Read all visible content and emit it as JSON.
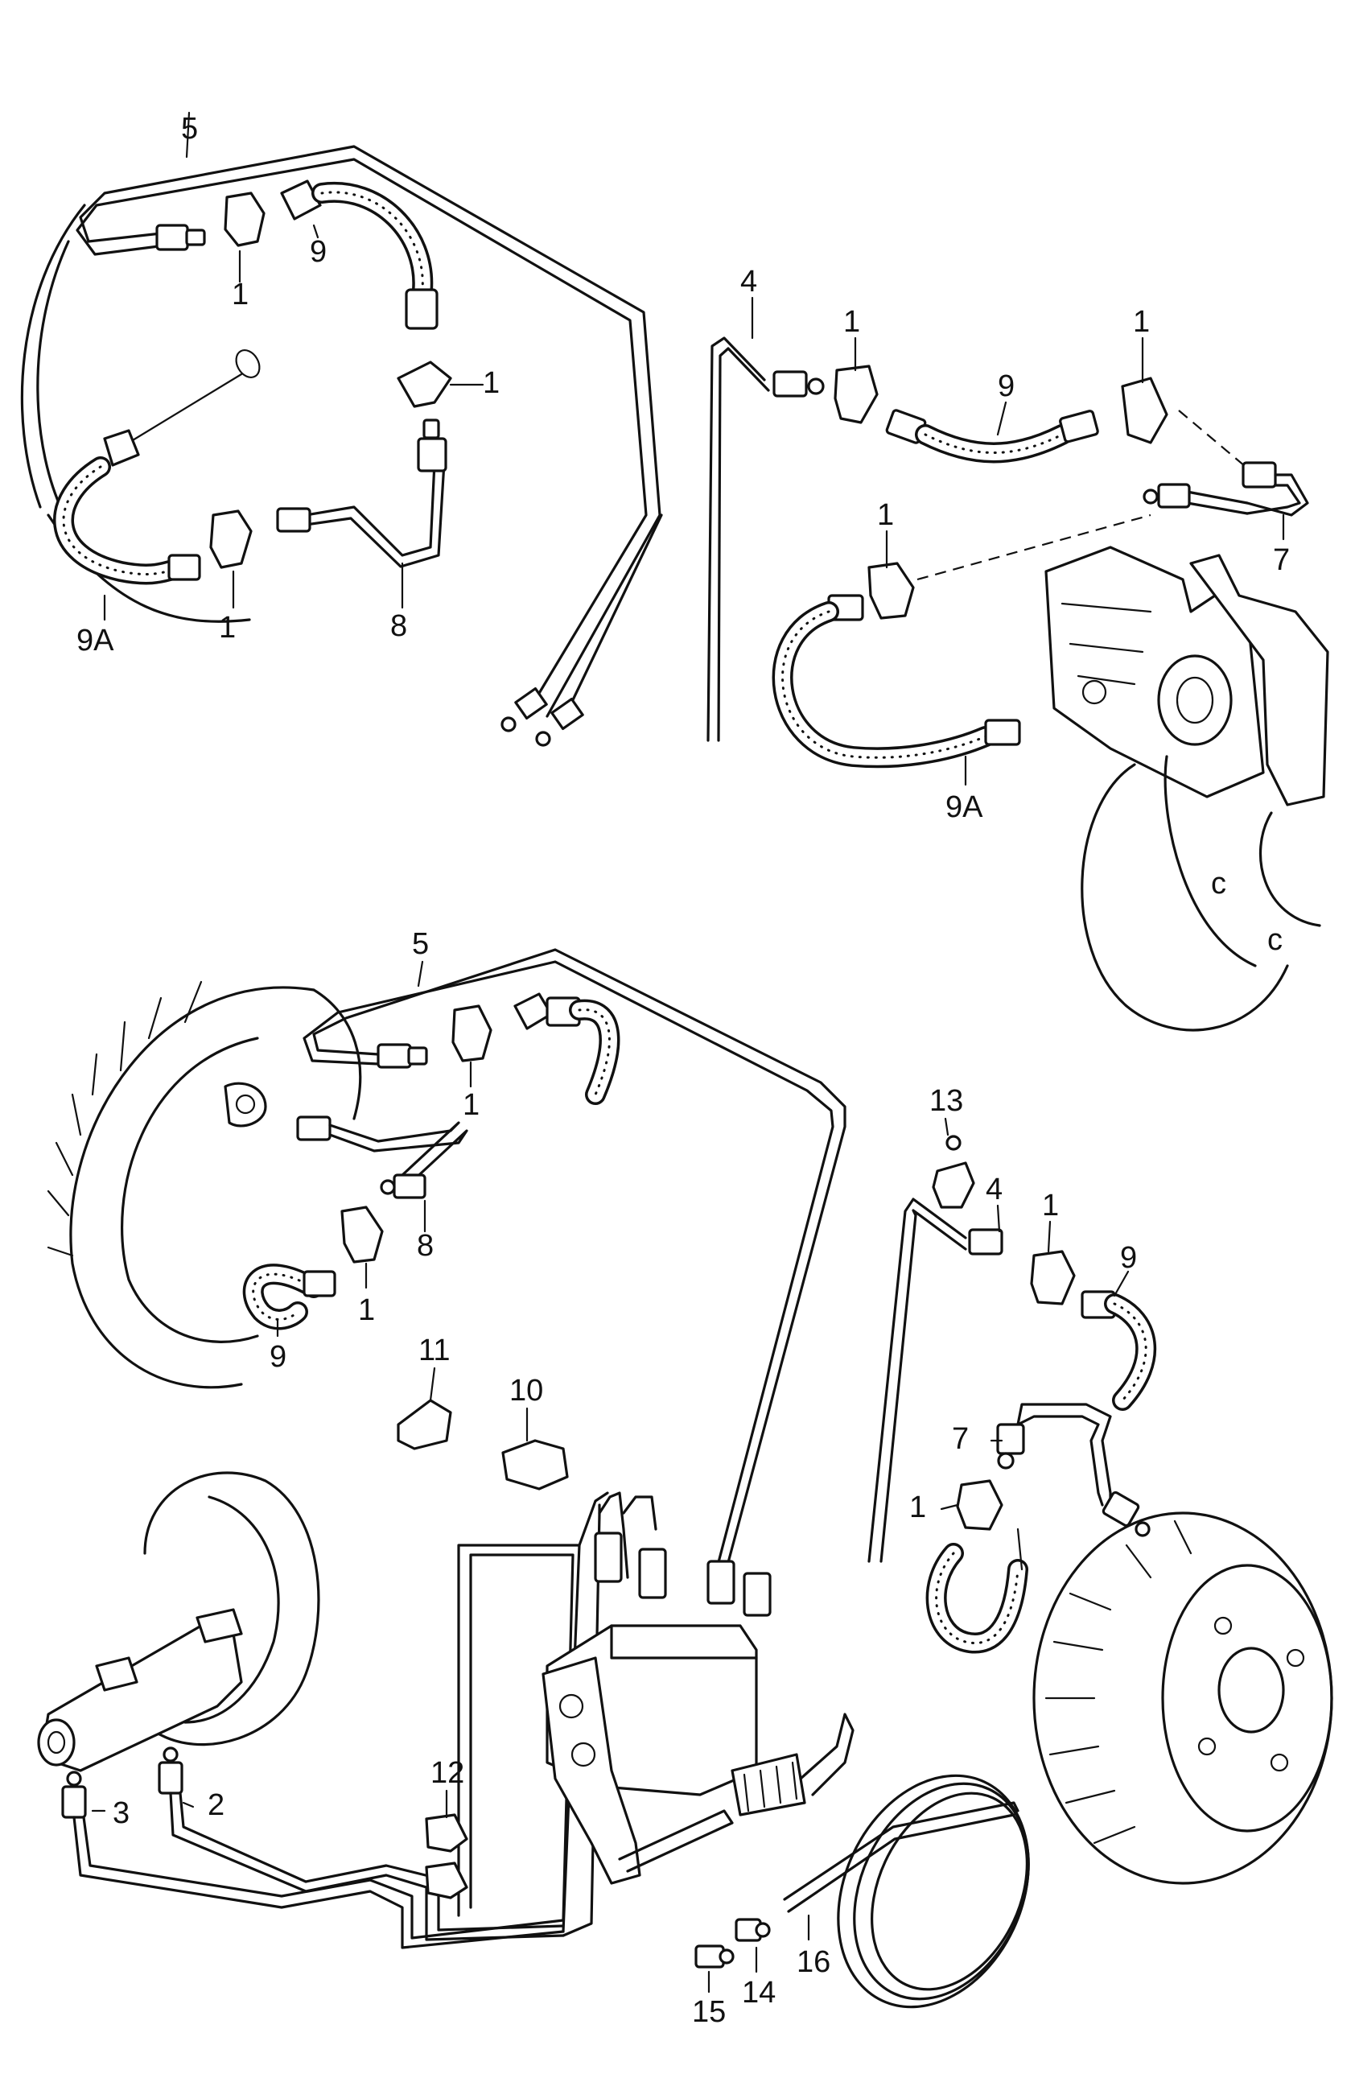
{
  "callouts": {
    "top_left": {
      "c5": "5",
      "c9": "9",
      "c1a": "1",
      "c1b": "1",
      "c1c": "1",
      "c9a": "9A",
      "c8": "8"
    },
    "top_right": {
      "c4": "4",
      "c1a": "1",
      "c9": "9",
      "c1b": "1",
      "c1c": "1",
      "c7": "7",
      "c9a": "9A"
    },
    "bottom": {
      "c5": "5",
      "c1a": "1",
      "c8": "8",
      "c1b": "1",
      "c9a": "9",
      "c13": "13",
      "c4": "4",
      "c1c": "1",
      "c9b": "9",
      "c11": "11",
      "c10": "10",
      "c7": "7",
      "c1d": "1",
      "c12": "12",
      "c3": "3",
      "c2": "2",
      "c15": "15",
      "c14": "14",
      "c16": "16"
    }
  }
}
